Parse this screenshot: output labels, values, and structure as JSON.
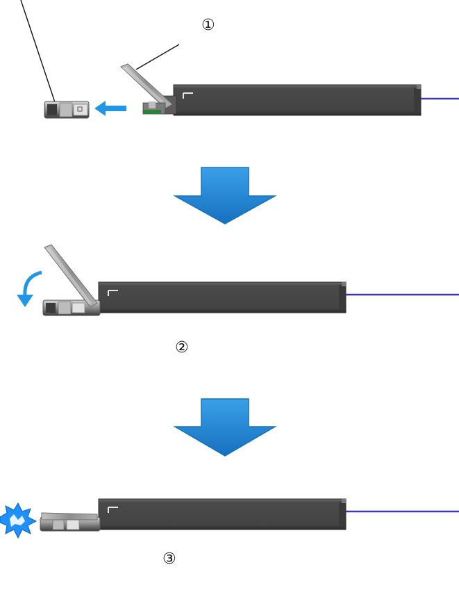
{
  "steps": [
    {
      "label": "①"
    },
    {
      "label": "②"
    },
    {
      "label": "③"
    }
  ],
  "colors": {
    "flow_arrow": "#1b8ad6",
    "flow_arrow_edge": "#1473b8",
    "action_arrow": "#2196e6",
    "burst": "#1e90ff",
    "cable": "#3a3aa8",
    "module_body": "#4a4a4a",
    "module_edge": "#2c2c2c",
    "lever": "#9a9a9a",
    "connector": "#6f6f6f",
    "pcb": "#2f7d3a"
  },
  "icons": {
    "flow": "down-arrow-icon",
    "push": "left-arrow-icon",
    "rotate": "curved-arrow-icon",
    "click": "click-burst-icon"
  }
}
